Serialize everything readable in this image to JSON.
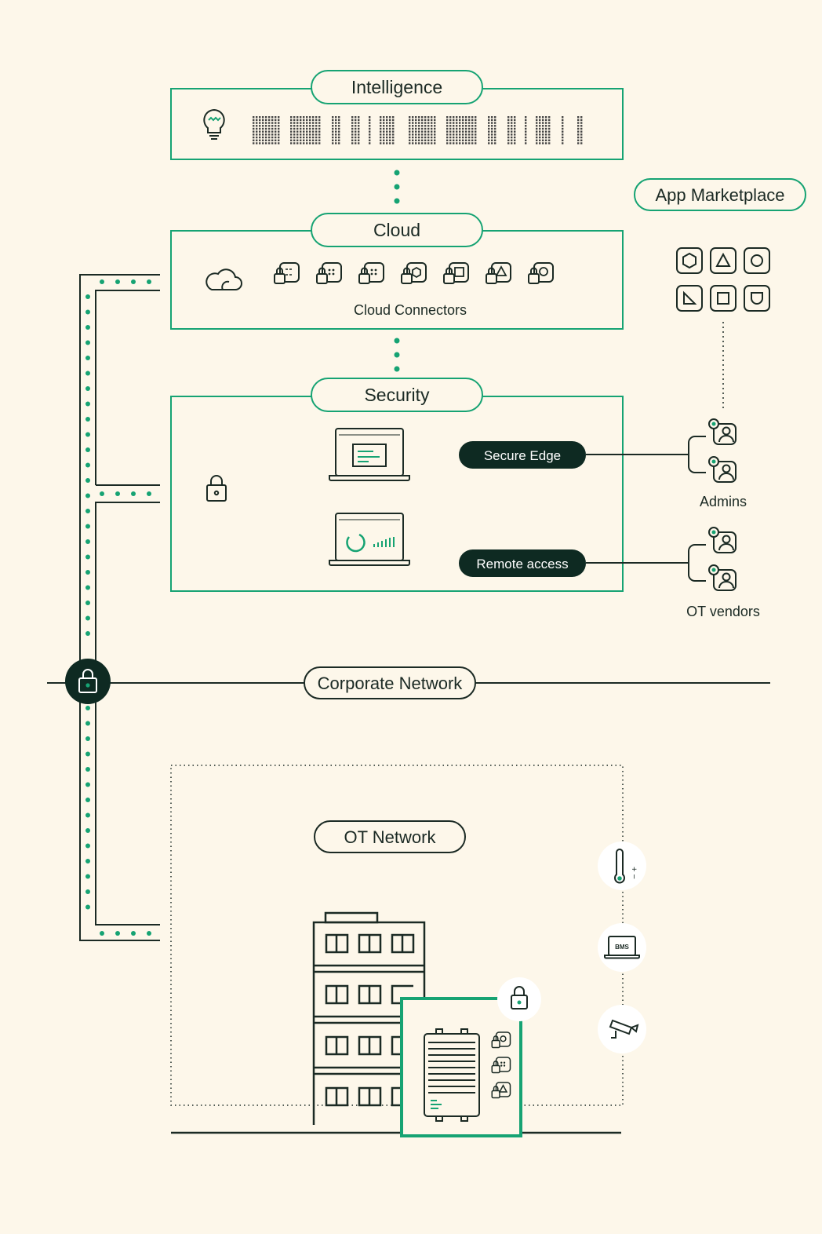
{
  "colors": {
    "background": "#fdf7ea",
    "accent": "#16a373",
    "dark": "#0e2a22",
    "line": "#1b2a24",
    "light_text": "#ffffff"
  },
  "intelligence": {
    "title": "Intelligence",
    "icon": "lightbulb-icon"
  },
  "cloud": {
    "title": "Cloud",
    "icon": "cloud-icon",
    "connectors_label": "Cloud Connectors"
  },
  "security": {
    "title": "Security",
    "icon": "lock-icon"
  },
  "app_marketplace": {
    "title": "App Marketplace"
  },
  "pills": {
    "secure_edge": "Secure Edge",
    "remote_access": "Remote access"
  },
  "groups": {
    "admins": "Admins",
    "ot_vendors": "OT vendors"
  },
  "corporate_network": {
    "title": "Corporate Network"
  },
  "ot_network": {
    "title": "OT Network"
  },
  "devices": {
    "bms_label": "BMS",
    "thermostat_signs": "+ −"
  }
}
